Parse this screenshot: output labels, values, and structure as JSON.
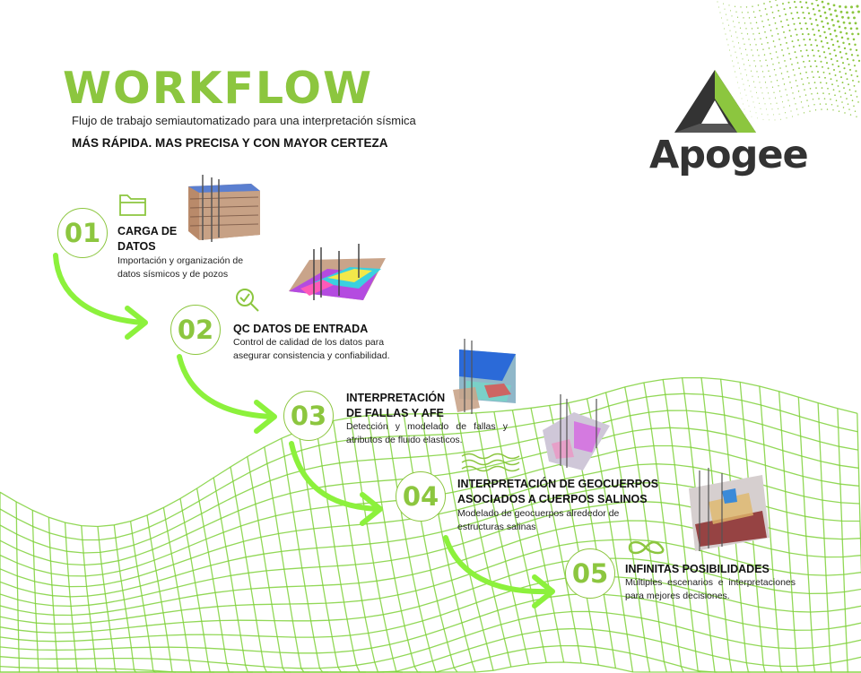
{
  "header": {
    "title": "WORKFLOW",
    "subtitle": "Flujo de trabajo semiautomatizado para una interpretación sísmica",
    "tagline": "MÁS RÁPIDA. MAS PRECISA Y CON MAYOR CERTEZA"
  },
  "brand": {
    "name": "Apogee",
    "logo_icon": "triangle-logo-icon"
  },
  "colors": {
    "accent": "#8cc63f",
    "dark": "#333333"
  },
  "steps": [
    {
      "number": "01",
      "title": "CARGA DE DATOS",
      "description": "Importación y organización de datos sísmicos y de pozos",
      "icon": "folder-icon"
    },
    {
      "number": "02",
      "title": "QC DATOS DE ENTRADA",
      "description": "Control de calidad de los datos para asegurar consistencia y confiabilidad.",
      "icon": "magnifier-check-icon"
    },
    {
      "number": "03",
      "title": "INTERPRETACIÓN DE FALLAS Y AFE",
      "description": "Detección y modelado de fallas y atributos de fluido elasticos.",
      "icon": ""
    },
    {
      "number": "04",
      "title": "INTERPRETACIÓN DE GEOCUERPOS ASOCIADOS A CUERPOS SALINOS",
      "description": "Modelado de geocuerpos alrededor de estructuras salinas",
      "icon": "waves-icon"
    },
    {
      "number": "05",
      "title": "INFINITAS POSIBILIDADES",
      "description": "Múltiples escenarios e interpretaciones para mejores decisiones.",
      "icon": "infinity-icon"
    }
  ]
}
